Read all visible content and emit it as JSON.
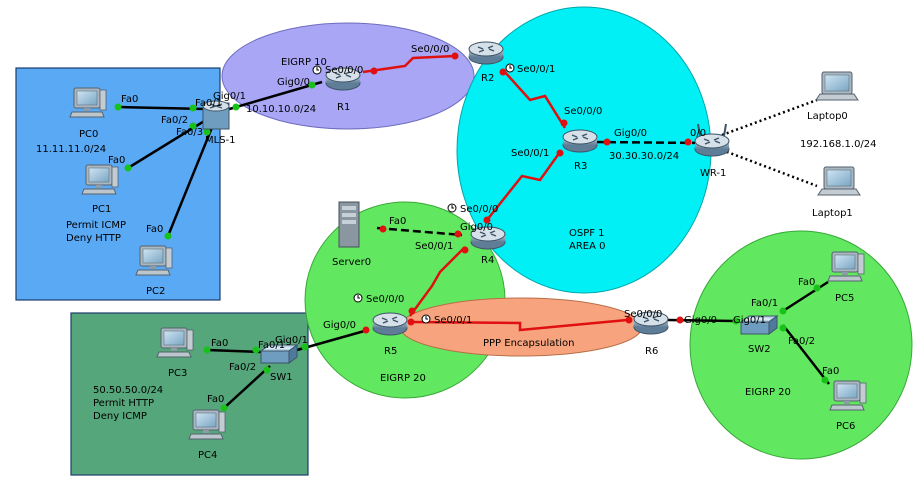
{
  "areas": {
    "pc_zone_top_color": "#5aa9f5",
    "pc_zone_bottom_color": "#55a67a",
    "eigrp10_color": "#a8a6f5",
    "ospf_color": "#00f0f5",
    "eigrp20_color": "#62e860",
    "ppp_color": "#f7a47e",
    "eigrp10_label": "EIGRP 10",
    "ospf_label_1": "OSPF 1",
    "ospf_label_2": "AREA 0",
    "r5_area_label": "EIGRP 20",
    "r6_area_label": "EIGRP 20",
    "ppp_label": "PPP Encapsulation"
  },
  "devices": {
    "pc0": "PC0",
    "pc1": "PC1",
    "pc2": "PC2",
    "pc3": "PC3",
    "pc4": "PC4",
    "pc5": "PC5",
    "pc6": "PC6",
    "mls1": "MLS-1",
    "r1": "R1",
    "r2": "R2",
    "r3": "R3",
    "r4": "R4",
    "r5": "R5",
    "r6": "R6",
    "wr1": "WR-1",
    "server0": "Server0",
    "laptop0": "Laptop0",
    "laptop1": "Laptop1",
    "sw1": "SW1",
    "sw2": "SW2"
  },
  "notes": {
    "net_11": "11.11.11.0/24",
    "permit_icmp": "Permit ICMP",
    "deny_http": "Deny HTTP",
    "net_10": "10.10.10.0/24",
    "net_30": "30.30.30.0/24",
    "net_192": "192.168.1.0/24",
    "net_50": "50.50.50.0/24",
    "permit_http": "Permit HTTP",
    "deny_icmp": "Deny ICMP"
  },
  "interfaces": {
    "pc0_fa0": "Fa0",
    "mls_fa01": "Fa0/1",
    "mls_fa02": "Fa0/2",
    "mls_fa03": "Fa0/3",
    "pc1_fa0": "Fa0",
    "pc2_fa0": "Fa0",
    "mls_gig01": "Gig0/1",
    "r1_gig00": "Gig0/0",
    "r1_se000": "Se0/0/0",
    "r2_se000": "Se0/0/0",
    "r2_se001": "Se0/0/1",
    "r3_se000": "Se0/0/0",
    "r3_se001": "Se0/0/1",
    "r3_gig00": "Gig0/0",
    "wr_00": "0/0",
    "r4_se000": "Se0/0/0",
    "r4_gig00": "Gig0/0",
    "server_fa0": "Fa0",
    "r4_se001": "Se0/0/1",
    "r5_se000": "Se0/0/0",
    "r5_gig00": "Gig0/0",
    "r5_se001": "Se0/0/1",
    "r6_se000": "Se0/0/0",
    "r6_gig00": "Gig0/0",
    "sw2_gig01": "Gig0/1",
    "sw2_fa01": "Fa0/1",
    "sw2_fa02": "Fa0/2",
    "pc5_fa0": "Fa0",
    "pc6_fa0": "Fa0",
    "pc3_fa0": "Fa0",
    "sw1_fa01": "Fa0/1",
    "sw1_gig01": "Gig0/1",
    "sw1_fa02": "Fa0/2",
    "pc4_fa0": "Fa0"
  }
}
